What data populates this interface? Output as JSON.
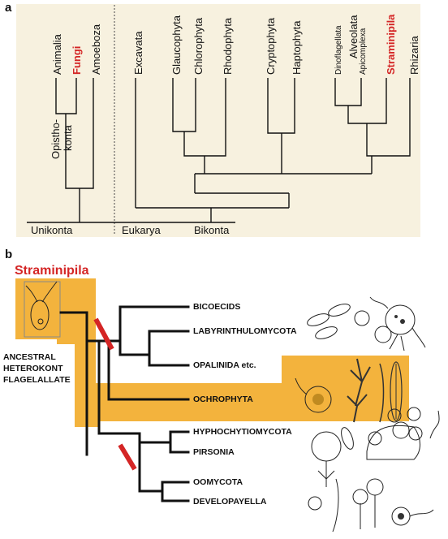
{
  "panel_a": {
    "letter": "a",
    "left_taxa": [
      "Animalia",
      "Fungi",
      "Amoeboza"
    ],
    "opistho": [
      "Opistho-",
      "konta"
    ],
    "unikonta": "Unikonta",
    "eukarya": "Eukarya",
    "bikonta": "Bikonta",
    "right_taxa": [
      "Excavata",
      "Glaucophyta",
      "Chlorophyta",
      "Rhodophyta",
      "Cryptophyta",
      "Haptophyta"
    ],
    "dinoflagellata": "Dinoflagellata",
    "alveolata": "Alveolata",
    "apicomplexa": "Apicomplexa",
    "straminipila": "Straminipila",
    "rhizaria": "Rhizaria"
  },
  "panel_b": {
    "letter": "b",
    "title": "Straminipila",
    "ancestral": [
      "ANCESTRAL",
      "HETEROKONT",
      "FLAGELALLATE"
    ],
    "taxa": [
      "BICOECIDS",
      "LABYRINTHULOMYCOTA",
      "OPALINIDA etc.",
      "OCHROPHYTA",
      "HYPHOCHYTIOMYCOTA",
      "PIRSONIA",
      "OOMYCOTA",
      "DEVELOPAYELLA"
    ]
  },
  "colors": {
    "panel_bg": "#f7f1df",
    "highlight": "#f3b33d",
    "red": "#d42525"
  }
}
